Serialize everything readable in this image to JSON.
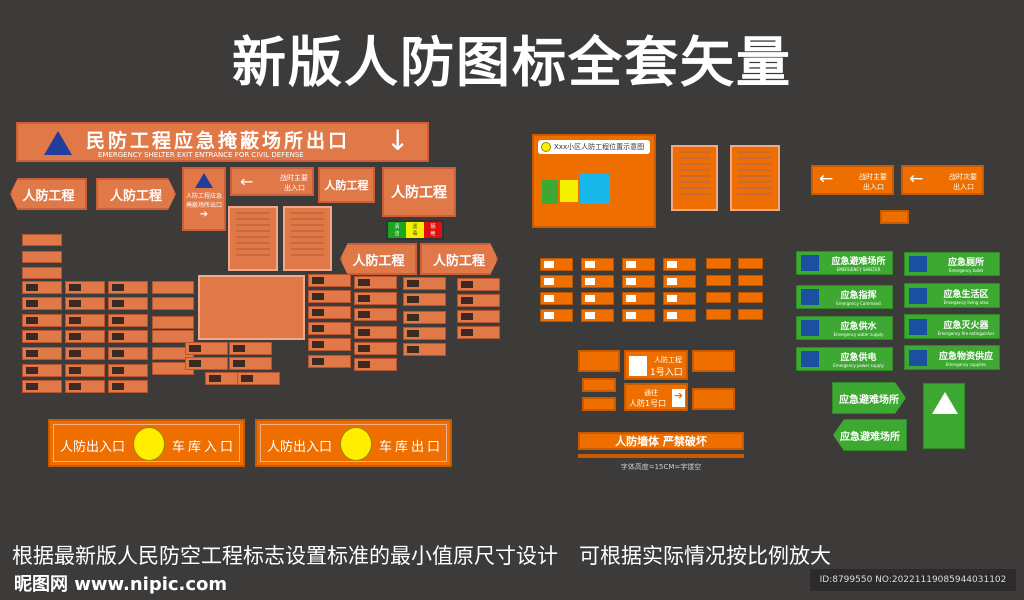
{
  "title": "新版人防图标全套矢量",
  "banner": {
    "cn": "民防工程应急掩蔽场所出口",
    "en": "EMERGENCY SHELTER EXIT ENTRANCE FOR CIVIL DEFENSE",
    "arrow": "↓"
  },
  "rf": "人防工程",
  "shelter_exit": {
    "l1": "人防工程应急",
    "l2": "掩蔽场所出口",
    "arrow": "➔"
  },
  "exit_main": {
    "arrow": "←",
    "l1": "战时主要",
    "l2": "出入口"
  },
  "exit_sub": {
    "arrow": "←",
    "l1": "战时次要",
    "l2": "出入口"
  },
  "status": [
    {
      "l1": "清",
      "l2": "洁",
      "color": "#1da51d"
    },
    {
      "l1": "滤",
      "l2": "毒",
      "color": "#f4f000"
    },
    {
      "l1": "隔",
      "l2": "绝",
      "color": "#e01010"
    }
  ],
  "map": {
    "title": "Xxx小区人防工程位置示意图"
  },
  "garage": [
    {
      "left": "人防出入口",
      "right": "车库入口"
    },
    {
      "left": "人防出入口",
      "right": "车库出口"
    }
  ],
  "wall": {
    "text": "人防墙体  严禁破坏",
    "note": "字体高度=15CM=字镂空"
  },
  "entry1": {
    "l1": "人防工程",
    "l2": "1号入口"
  },
  "entry2": {
    "l1": "通往",
    "l2": "人防1号口",
    "arrow": "➔"
  },
  "green": [
    {
      "cn": "应急避难场所",
      "en": "EMERGENCY SHELTER"
    },
    {
      "cn": "应急厕所",
      "en": "Emergency toilet"
    },
    {
      "cn": "应急指挥",
      "en": "Emergency Command"
    },
    {
      "cn": "应急生活区",
      "en": "Emergency living area"
    },
    {
      "cn": "应急供水",
      "en": "Emergency water supply"
    },
    {
      "cn": "应急灭火器",
      "en": "Emergency fire extinguisher"
    },
    {
      "cn": "应急供电",
      "en": "Emergency power supply"
    },
    {
      "cn": "应急物资供应",
      "en": "Emergency supplies"
    }
  ],
  "green_arrow": "应急避难场所",
  "footer": {
    "text": "根据最新版人民防空工程标志设置标准的最小值原尺寸设计　可根据实际情况按比例放大",
    "logo": "昵图网 www.nipic.com",
    "id": "ID:8799550 NO:20221119085944031102"
  },
  "colors": {
    "bg": "#3d3a3a",
    "orange": "#e07848",
    "orange_bright": "#ee6f00",
    "green": "#3da832",
    "blue": "#223e9c",
    "yellow": "#ffee00"
  }
}
